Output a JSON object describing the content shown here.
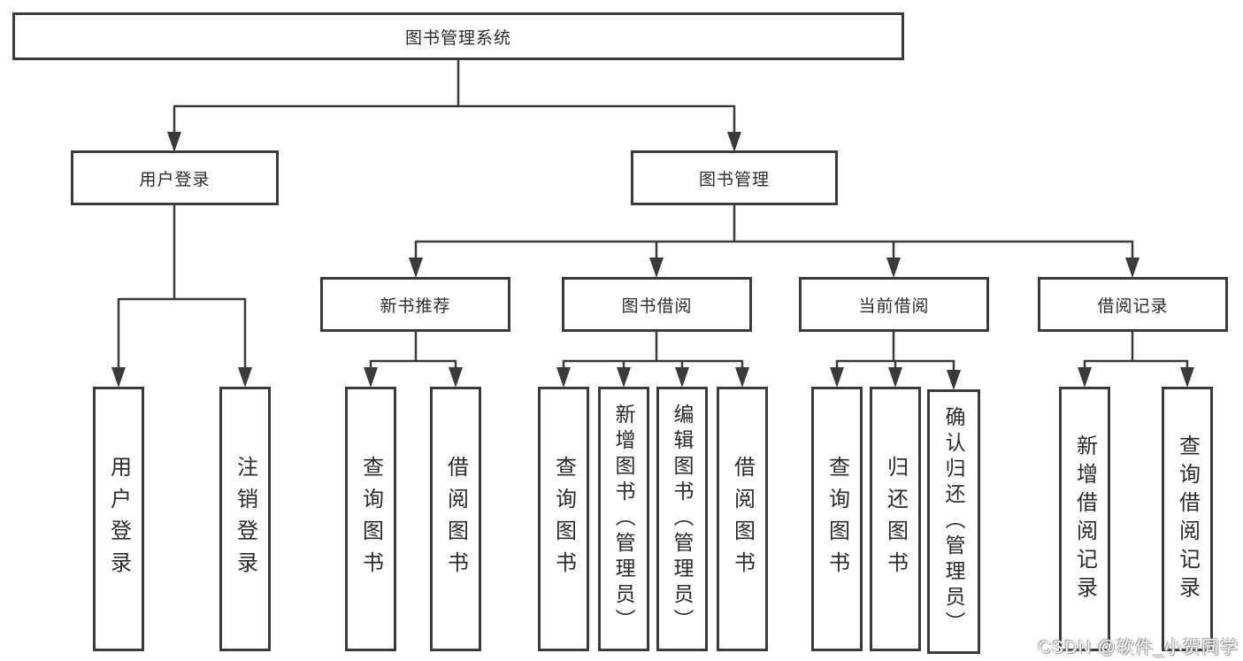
{
  "tree": {
    "root": "图书管理系统",
    "level2": {
      "user_login": "用户登录",
      "book_management": "图书管理"
    },
    "level3": {
      "new_book_recommend": "新书推荐",
      "book_borrow": "图书借阅",
      "current_borrow": "当前借阅",
      "borrow_records": "借阅记录"
    },
    "leaves": {
      "user_login": [
        "用户登录",
        "注销登录"
      ],
      "new_book_recommend": [
        "查询图书",
        "借阅图书"
      ],
      "book_borrow": [
        "查询图书",
        "新增图书（管理员）",
        "编辑图书（管理员）",
        "借阅图书"
      ],
      "current_borrow": [
        "查询图书",
        "归还图书",
        "确认归还（管理员）"
      ],
      "borrow_records": [
        "新增借阅记录",
        "查询借阅记录"
      ]
    }
  },
  "colors": {
    "line": "#3a3a3a",
    "border": "#3a3a3a",
    "text": "#2b2b2b",
    "background": "#ffffff"
  },
  "watermark": "CSDN @软件_小贺同学"
}
